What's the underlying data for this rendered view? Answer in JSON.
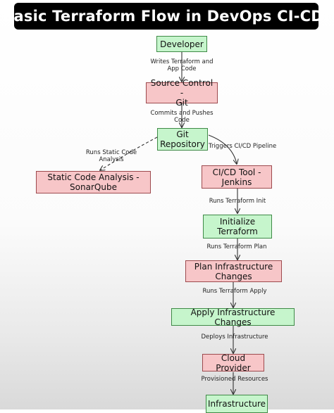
{
  "title": "Basic Terraform Flow in DevOps CI-CD!",
  "nodes": {
    "developer": "Developer",
    "source_control": "Source Control -\nGit",
    "git_repository": "Git\nRepository",
    "static_code_analysis": "Static Code Analysis -\nSonarQube",
    "cicd_tool": "CI/CD Tool -\nJenkins",
    "initialize": "Initialize\nTerraform",
    "plan": "Plan Infrastructure\nChanges",
    "apply": "Apply Infrastructure Changes",
    "cloud_provider": "Cloud Provider",
    "infrastructure": "Infrastructure"
  },
  "edges": {
    "writes": "Writes Terraform and\nApp Code",
    "commits": "Commits and Pushes\nCode",
    "static_scan": "Runs Static Code\nAnalysis",
    "triggers": "Triggers CI/CD Pipeline",
    "init": "Runs Terraform Init",
    "plan": "Runs Terraform Plan",
    "apply": "Runs Terraform Apply",
    "deploys": "Deploys Infrastructure",
    "provisioned": "Provisioned Resources"
  },
  "colors": {
    "green_node": "#c6f5cc",
    "pink_node": "#f7c6c8",
    "banner": "#000000"
  }
}
